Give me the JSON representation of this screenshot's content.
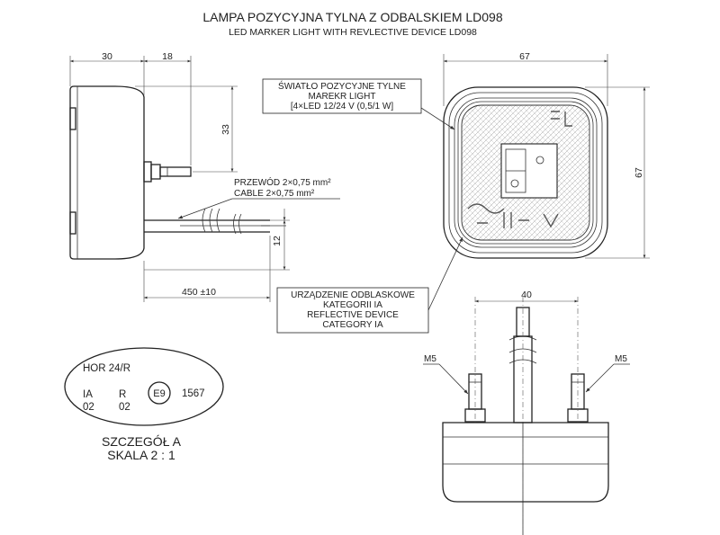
{
  "title": {
    "pl": "LAMPA POZYCYJNA TYLNA Z ODBALSKIEM LD098",
    "en": "LED MARKER LIGHT WITH REVLECTIVE DEVICE LD098"
  },
  "dimensions": {
    "side_depth": "30",
    "stud_length": "18",
    "stud_height": "33",
    "cable_offset": "12",
    "cable_length": "450 ±10",
    "front_width": "67",
    "front_height": "67",
    "stud_spacing": "40"
  },
  "callouts": {
    "light": {
      "line1": "ŚWIATŁO POZYCYJNE TYLNE",
      "line2": "MAREKR LIGHT",
      "line3": "[4×LED 12/24 V (0,5/1 W]"
    },
    "cable": {
      "line1": "PRZEWÓD 2×0,75 mm²",
      "line2": "CABLE 2×0,75 mm²"
    },
    "reflector": {
      "line1": "URZĄDZENIE ODBLASKOWE",
      "line2": "KATEGORII IA",
      "line3": "REFLECTIVE DEVICE",
      "line4": "CATEGORY IA"
    }
  },
  "stud_labels": {
    "left": "M5",
    "right": "M5"
  },
  "detail": {
    "mark": "HOR 24/R",
    "cat1_top": "IA",
    "cat1_bottom": "02",
    "cat2_top": "R",
    "cat2_bottom": "02",
    "approval_mark": "E9",
    "approval_number": "1567",
    "caption_line1": "SZCZEGÓŁ A",
    "caption_line2": "SKALA 2 : 1"
  }
}
